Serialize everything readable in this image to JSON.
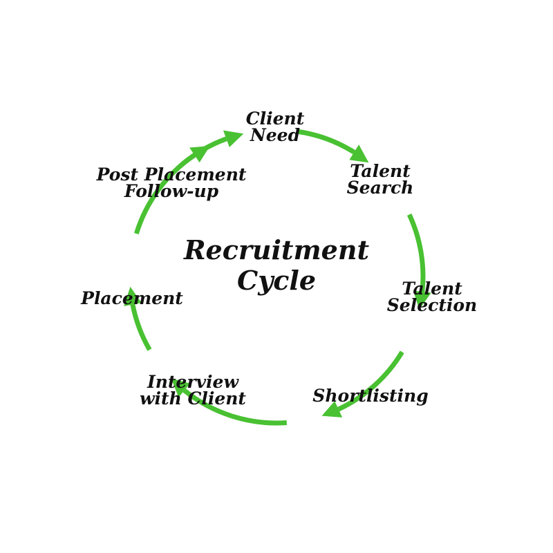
{
  "diagram": {
    "title_line1": "Recruitment",
    "title_line2": "Cycle",
    "arrow_color": "#49c132",
    "steps": [
      {
        "line1": "Client",
        "line2": "Need"
      },
      {
        "line1": "Talent",
        "line2": "Search"
      },
      {
        "line1": "Talent",
        "line2": "Selection"
      },
      {
        "line1": "Shortlisting",
        "line2": ""
      },
      {
        "line1": "Interview",
        "line2": "with Client"
      },
      {
        "line1": "Placement",
        "line2": ""
      },
      {
        "line1": "Post Placement",
        "line2": "Follow-up"
      }
    ]
  }
}
